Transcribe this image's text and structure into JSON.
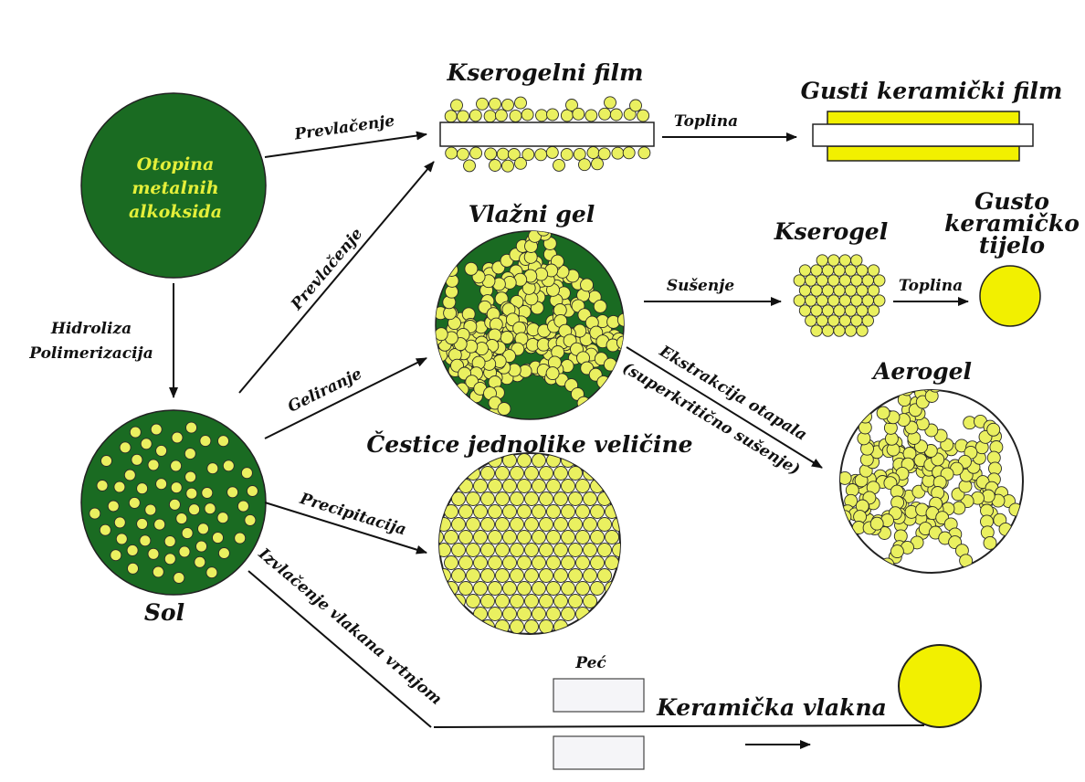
{
  "nodes": {
    "solution": [
      "Otopina",
      "metalnih",
      "alkoksida"
    ],
    "sol": "Sol",
    "xerogel_film": "Kserogelni film",
    "dense_film": "Gusti keramički film",
    "wet_gel": "Vlažni gel",
    "xerogel": "Kserogel",
    "dense_body": [
      "Gusto",
      "keramičko",
      "tijelo"
    ],
    "aerogel": "Aerogel",
    "uniform_particles": "Čestice jednolike veličine",
    "furnace": "Peć",
    "ceramic_fibers": "Keramička vlakna"
  },
  "steps": {
    "hydrolysis": [
      "Hidroliza",
      "Polimerizacija"
    ],
    "coating_top": "Prevlačenje",
    "coating_diag": "Prevlačenje",
    "heat_film": "Toplina",
    "gelation": "Geliranje",
    "drying": "Sušenje",
    "heat_body": "Toplina",
    "extraction": [
      "Ekstrakcija otapala",
      "(superkritično sušenje)"
    ],
    "precipitation": "Precipitacija",
    "fiber_drawing": "Izvlačenje vlakana vrtnjom"
  },
  "colors": {
    "dark_green": "#1a6b22",
    "particle_yellow": "#eaf060",
    "bright_yellow": "#f2f000",
    "outline": "#222222"
  }
}
